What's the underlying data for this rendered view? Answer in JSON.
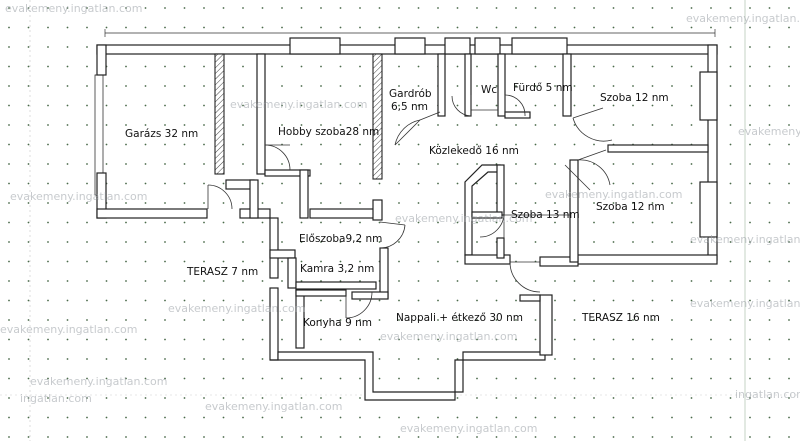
{
  "rooms": {
    "garazs": "Garázs 32 nm",
    "hobby": "Hobby szoba28 nm",
    "gardrob_1": "Gardrób",
    "gardrob_2": "6,5 nm",
    "wc": "Wc",
    "furdo": "Fürdő 5 nm",
    "szoba_top": "Szoba 12 nm",
    "kozlekedo": "Közlekedő 16 nm",
    "szoba_13": "Szoba 13 nm",
    "szoba_mid": "Szoba 12 nm",
    "eloszoba": "Előszoba9,2 nm",
    "terasz_7": "TERASZ 7 nm",
    "kamra": "Kamra 3,2 nm",
    "konyha": "Konyha 9 nm",
    "nappali": "Nappali + étkező 30 nm",
    "terasz_16": "TERASZ 16 nm"
  },
  "watermarks": {
    "agency": "evakemeny.ingatlan.com",
    "site": "ingatlan.com"
  },
  "colors": {
    "wall_stroke": "#222222",
    "hatch": "#444444",
    "grid_dot": "#4a6a4a",
    "watermark": "#9aa0a6"
  }
}
